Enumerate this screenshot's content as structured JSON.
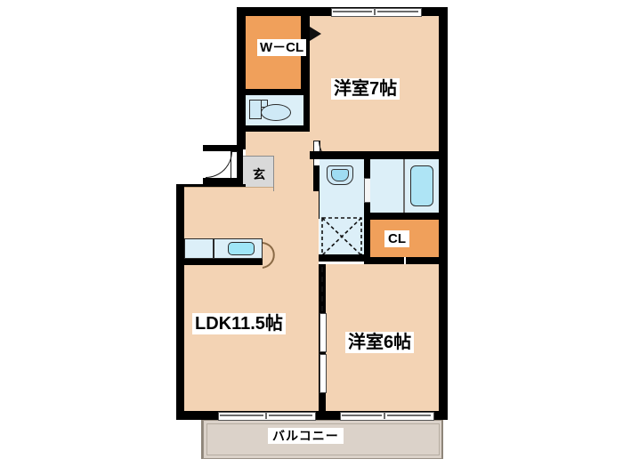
{
  "plan": {
    "type": "floor-plan",
    "title": "",
    "rooms": [
      {
        "id": "washitsu7",
        "label": "洋室7帖",
        "kind": "bedroom",
        "fill": "#f3d3b4"
      },
      {
        "id": "washitsu6",
        "label": "洋室6帖",
        "kind": "bedroom",
        "fill": "#f3d3b4"
      },
      {
        "id": "ldk",
        "label": "LDK11.5帖",
        "kind": "living-dining-kitchen",
        "fill": "#f3d3b4"
      },
      {
        "id": "wcl",
        "label": "W－CL",
        "kind": "walk-in-closet",
        "fill": "#f0a05b"
      },
      {
        "id": "cl",
        "label": "CL",
        "kind": "closet",
        "fill": "#f0a05b"
      },
      {
        "id": "genkan",
        "label": "玄",
        "kind": "entrance",
        "fill": "#d9d9d9"
      },
      {
        "id": "balcony",
        "label": "バルコニー",
        "kind": "balcony",
        "fill": "#dbd2c9"
      }
    ],
    "fixtures": [
      {
        "id": "toilet",
        "name": "toilet-fixture"
      },
      {
        "id": "wash-basin",
        "name": "wash-basin-fixture"
      },
      {
        "id": "bathtub",
        "name": "bathtub-fixture"
      },
      {
        "id": "kitchen-sink",
        "name": "kitchen-sink-fixture"
      },
      {
        "id": "washer-space",
        "name": "washing-machine-space"
      }
    ],
    "colors": {
      "wall": "#000000",
      "floor": "#f3d3b4",
      "closet": "#f0a05b",
      "water": "#dceff8",
      "water_accent": "#aee4f5",
      "entrance": "#d9d9d9",
      "balcony": "#dbd2c9",
      "background": "#ffffff"
    }
  }
}
